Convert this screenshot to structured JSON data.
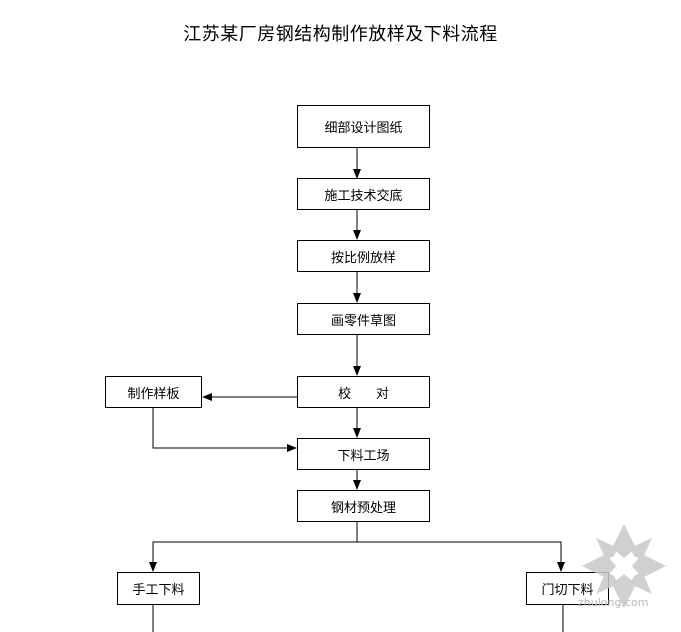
{
  "title": "江苏某厂房钢结构制作放样及下料流程",
  "nodes": {
    "detail_drawings": "细部设计图纸",
    "technical_briefing": "施工技术交底",
    "scale_lofting": "按比例放样",
    "part_sketch": "画零件草图",
    "proofread": "校      对",
    "make_template": "制作样板",
    "cutting_site": "下料工场",
    "steel_pretreatment": "钢材预处理",
    "manual_cutting": "手工下料",
    "gantry_cutting": "门切下料"
  },
  "watermark": "zhulong.com"
}
